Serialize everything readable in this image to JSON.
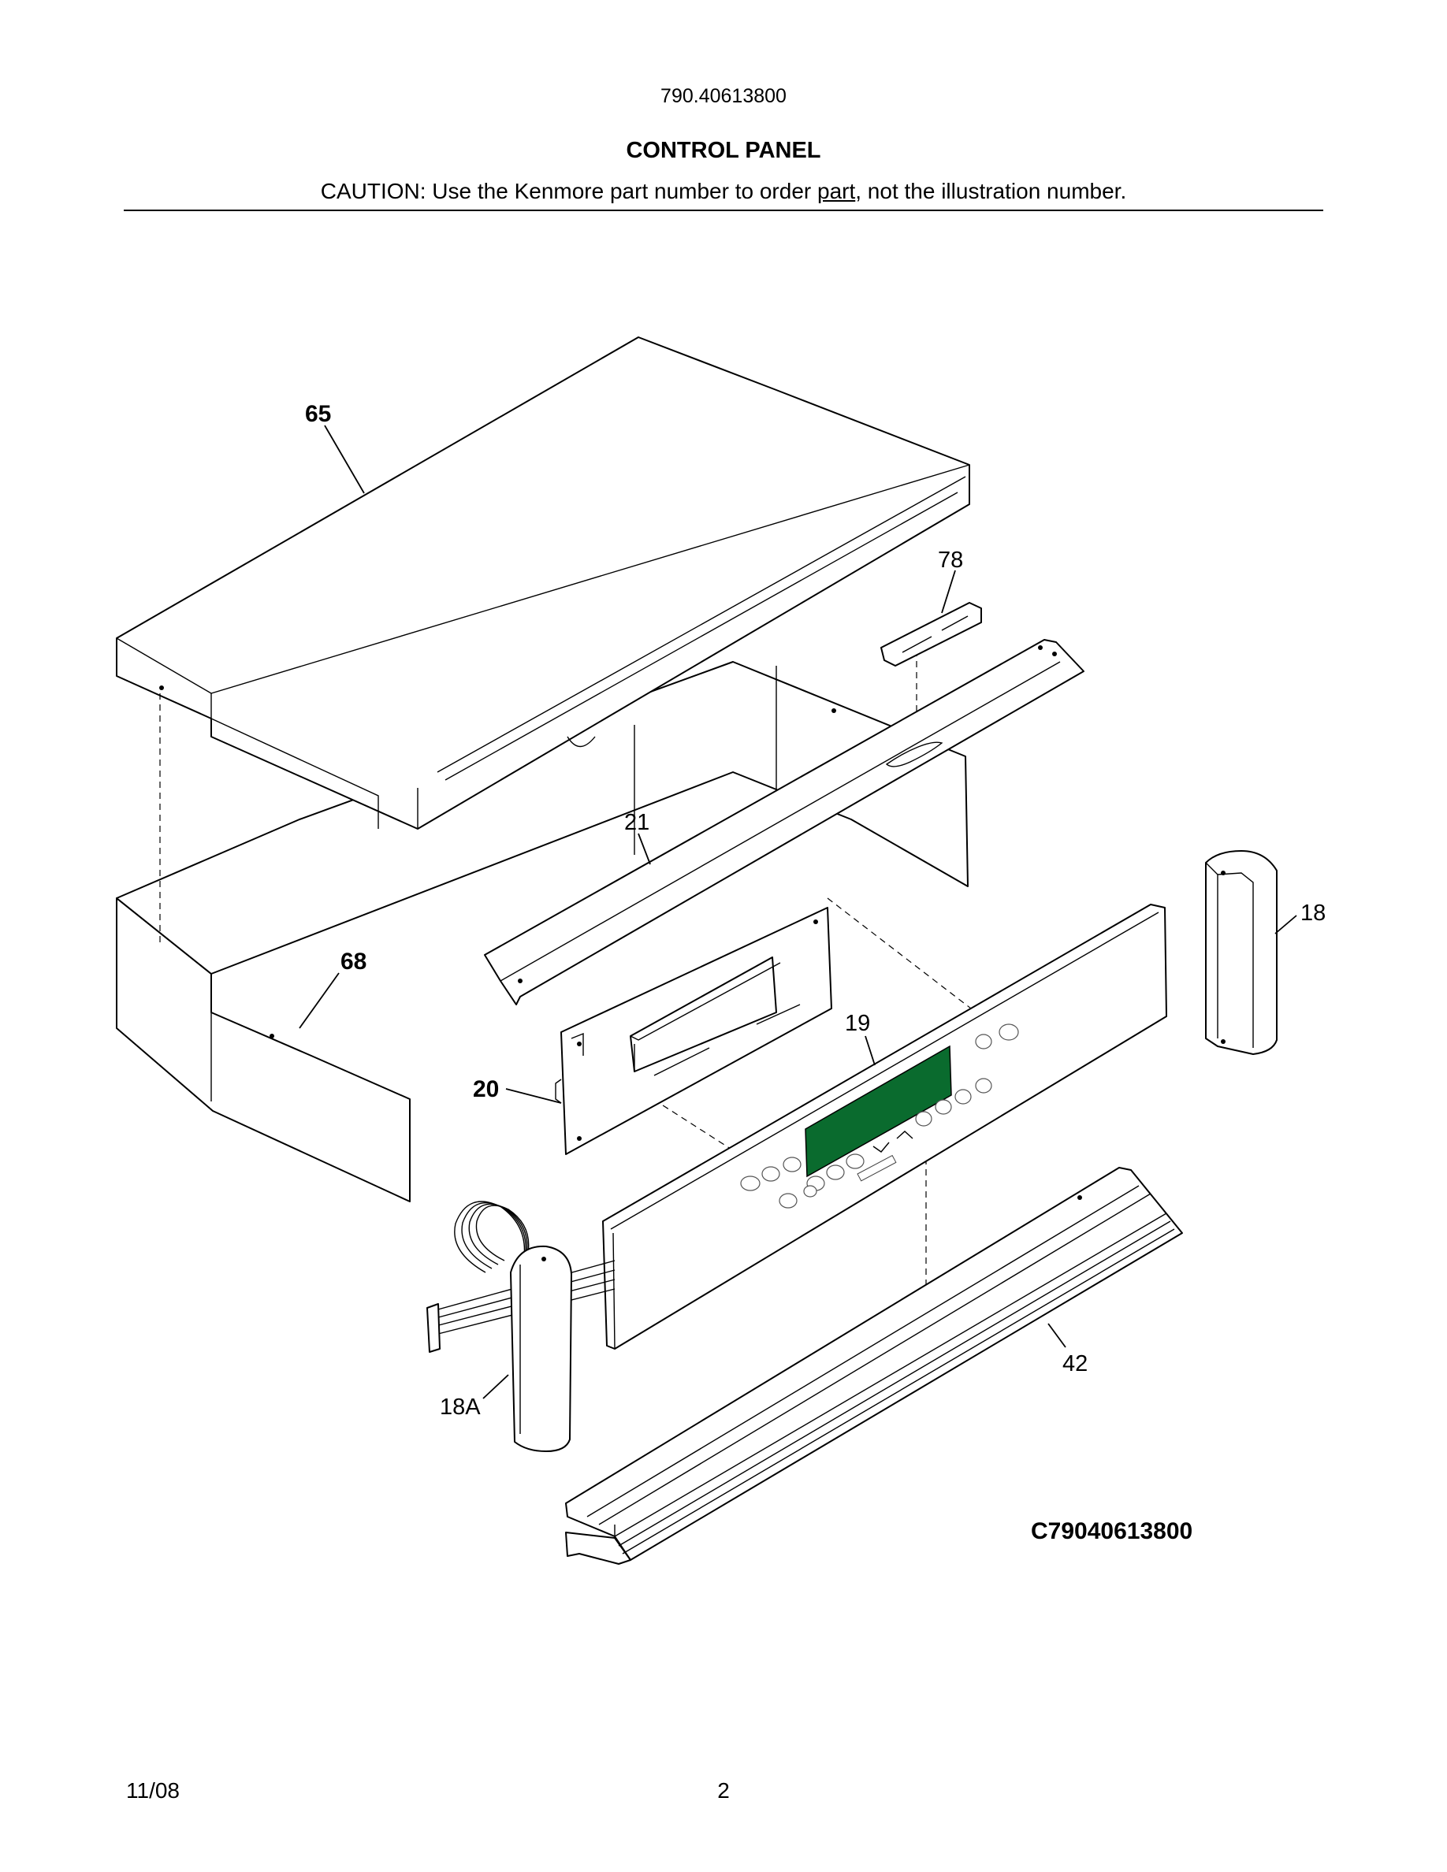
{
  "header": {
    "model_number": "790.40613800",
    "title": "CONTROL PANEL",
    "caution_before": "CAUTION: Use the Kenmore part number to order ",
    "caution_underlined": "part",
    "caution_after": ", not the illustration number."
  },
  "callouts": {
    "p65": "65",
    "p78": "78",
    "p21": "21",
    "p18": "18",
    "p68": "68",
    "p19": "19",
    "p20": "20",
    "p42": "42",
    "p18A": "18A"
  },
  "diagram_code": "C79040613800",
  "footer": {
    "date": "11/08",
    "page": "2"
  },
  "colors": {
    "display_window": "#0a6b2e"
  }
}
